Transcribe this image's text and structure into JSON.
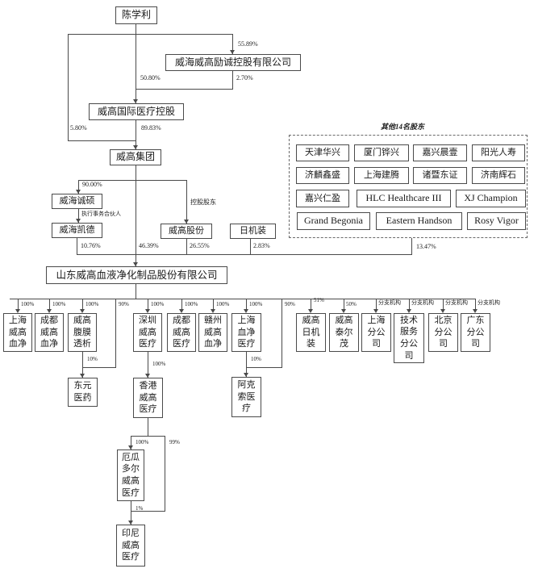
{
  "nodes": {
    "chen": "陈学利",
    "licheng": "威海威高励诚控股有限公司",
    "intl_holding": "威高国际医疗控股",
    "weigao_group": "威高集团",
    "weihai_chengshuo": "威海诚硕",
    "weihai_kaide": "威海凯德",
    "weigao_gufen": "威高股份",
    "nikkiso": "日机装",
    "main_company": "山东威高血液净化制品股份有限公司",
    "sh_xuejing": "上海威高血净",
    "cd_xuejing": "成都威高血净",
    "fumo_touxi": "威高腹膜透析",
    "sz_yiliao": "深圳威高医疗",
    "cd_yiliao": "成都威高医疗",
    "gz_xuejing": "赣州威高血净",
    "sh_xuejing_yiliao": "上海血净医疗",
    "rijizhuang": "威高日机装",
    "taierma": "威高泰尔茂",
    "sh_branch": "上海分公司",
    "tech_branch": "技术服务分公司",
    "bj_branch": "北京分公司",
    "gd_branch": "广东分公司",
    "dongyuan": "东元医药",
    "hk_yiliao": "香港威高医疗",
    "akesuo": "阿克索医疗",
    "ecuador": "厄瓜多尔威高医疗",
    "indonesia": "印尼威高医疗"
  },
  "other_shareholders": {
    "title": "其他14名股东",
    "row1": [
      "天津华兴",
      "厦门铧兴",
      "嘉兴晨壹",
      "阳光人寿"
    ],
    "row2": [
      "济麟鑫盛",
      "上海建腾",
      "诸暨东证",
      "济南辉石"
    ],
    "row3": [
      "嘉兴仁盈",
      "HLC Healthcare III",
      "XJ Champion"
    ],
    "row4": [
      "Grand Begonia",
      "Eastern Handson",
      "Rosy Vigor"
    ]
  },
  "edges": {
    "chen_to_licheng": "55.89%",
    "chen_to_intl": "50.80%",
    "licheng_to_intl": "2.70%",
    "chen_to_group": "5.80%",
    "intl_to_group": "89.83%",
    "group_to_chengshuo": "90.00%",
    "chengshuo_to_kaide": "执行事务合伙人",
    "group_to_gufen": "控股股东",
    "kaide_to_main": "10.76%",
    "group_to_main": "46.39%",
    "gufen_to_main": "26.55%",
    "nikkiso_to_main": "2.83%",
    "others_to_main": "13.47%",
    "main_to_sh_xuejing": "100%",
    "main_to_cd_xuejing": "100%",
    "main_to_fumo": "100%",
    "main_to_dongyuan": "90%",
    "main_to_sz_yiliao": "100%",
    "main_to_cd_yiliao": "100%",
    "main_to_gz_xuejing": "100%",
    "main_to_sh_xuejing_yiliao": "100%",
    "main_to_akesuo": "90%",
    "main_to_rijizhuang": "51%",
    "main_to_taierma": "50%",
    "branch_label": "分支机构",
    "fumo_to_dongyuan": "10%",
    "sz_to_hk": "100%",
    "shxjyl_to_akesuo": "10%",
    "hk_to_ecuador": "100%",
    "hk_to_indonesia": "99%",
    "ecuador_to_indonesia": "1%"
  },
  "colors": {
    "line": "#4a4a4a",
    "text": "#1a1a1a",
    "background": "#ffffff"
  }
}
